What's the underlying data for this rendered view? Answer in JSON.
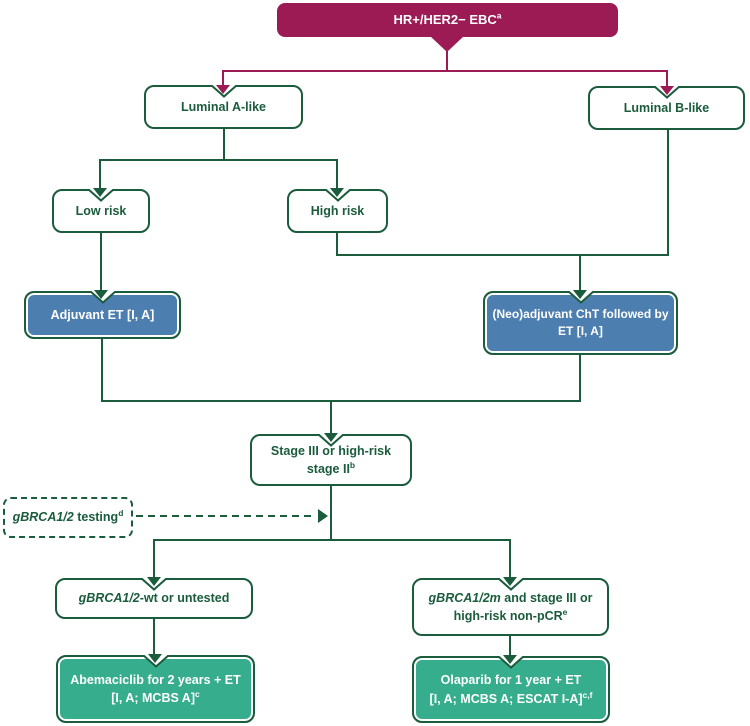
{
  "title": "HR+/HER2− EBC adjuvant treatment algorithm",
  "colors": {
    "maroon": "#9C1B55",
    "green": "#1A5C3C",
    "blue": "#4C7EB0",
    "teal": "#36AD8D",
    "bg": "#FFFFFF"
  },
  "nodes": {
    "root": [
      [
        {
          "text": "HR+/HER2− EBC"
        },
        {
          "text": "a",
          "sup": true
        }
      ]
    ],
    "luminal_a": [
      [
        {
          "text": "Luminal A-like"
        }
      ]
    ],
    "luminal_b": [
      [
        {
          "text": "Luminal B-like"
        }
      ]
    ],
    "low_risk": [
      [
        {
          "text": "Low risk"
        }
      ]
    ],
    "high_risk": [
      [
        {
          "text": "High risk"
        }
      ]
    ],
    "adjuvant_et": [
      [
        {
          "text": "Adjuvant ET [I, A]"
        }
      ]
    ],
    "neoadjuvant": [
      [
        {
          "text": "(Neo)adjuvant ChT followed by"
        }
      ],
      [
        {
          "text": "ET [I, A]"
        }
      ]
    ],
    "stage": [
      [
        {
          "text": "Stage III or high-risk"
        }
      ],
      [
        {
          "text": "stage II"
        },
        {
          "text": "b",
          "sup": true
        }
      ]
    ],
    "gbrca_testing": [
      [
        {
          "text": "gBRCA1/2",
          "italic": true
        },
        {
          "text": " testing"
        },
        {
          "text": "d",
          "sup": true
        }
      ]
    ],
    "gbrca_wt": [
      [
        {
          "text": "gBRCA1/2",
          "italic": true
        },
        {
          "text": "-wt or untested"
        }
      ]
    ],
    "gbrca_m": [
      [
        {
          "text": "gBRCA1/2m",
          "italic": true
        },
        {
          "text": " and stage III or"
        }
      ],
      [
        {
          "text": "high-risk non-pCR"
        },
        {
          "text": "e",
          "sup": true
        }
      ]
    ],
    "abemaciclib": [
      [
        {
          "text": "Abemaciclib for 2 years + ET"
        }
      ],
      [
        {
          "text": "[I, A; MCBS A]"
        },
        {
          "text": "c",
          "sup": true
        }
      ]
    ],
    "olaparib": [
      [
        {
          "text": "Olaparib for 1 year + ET"
        }
      ],
      [
        {
          "text": "[I, A; MCBS A; ESCAT I-A]"
        },
        {
          "text": "c,f",
          "sup": true
        }
      ]
    ]
  }
}
